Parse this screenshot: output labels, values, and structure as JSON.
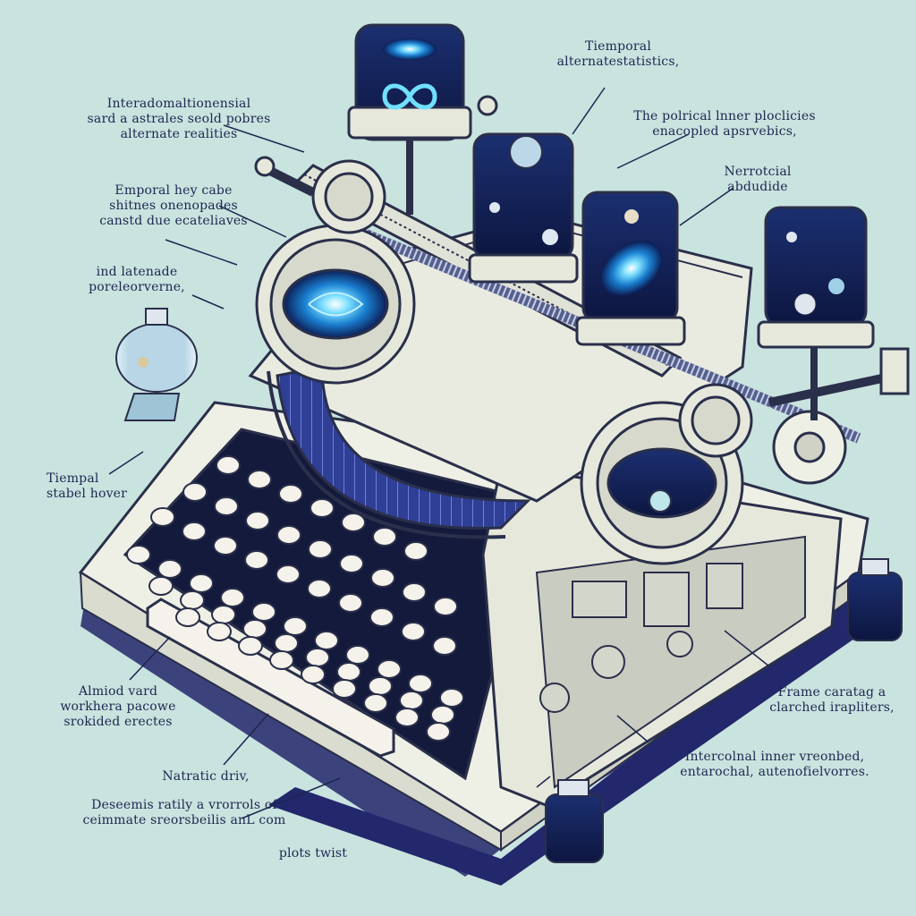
{
  "background": "#c9e3df",
  "colors": {
    "ink": "#1d2750",
    "chassis": "#eef0e6",
    "chassis_outline": "#2a2f4a",
    "base_shadow": "#23276b",
    "keyboard_well": "#141a3c",
    "keycap": "#f4f2ea",
    "jar_space": "#16285e",
    "galaxy": "#2fb6e8"
  },
  "icons": {
    "infinity": "infinity-symbol-icon",
    "galaxy": "spiral-galaxy-icon",
    "planet": "planet-icon",
    "gear": "gear-icon"
  },
  "callouts": [
    {
      "id": "temporal-alternatives",
      "text": "Tiemporal\nalternatestatistics,"
    },
    {
      "id": "interdimensional",
      "text": "Interadomaltionensial\nsard a astrales seold pobres\nalternate realities"
    },
    {
      "id": "polrical-inner",
      "text": "The polrical lnner ploclicies\nenacopled apsrvebics,"
    },
    {
      "id": "nerrotcial",
      "text": "Nerrotcial\nabdudide"
    },
    {
      "id": "emporal-key",
      "text": "Emporal hey cabe\nshitnes onenopades\ncanstd due ecateliaves"
    },
    {
      "id": "ind-latenade",
      "text": "ind latenade\nporeleorverne,"
    },
    {
      "id": "tiempal-stabeliser",
      "text": "Tiempal\nstabel hover"
    },
    {
      "id": "aimiod-ward",
      "text": "Almiod vard\nworkhera pacowe\nsrokided erectes"
    },
    {
      "id": "frame-caratag",
      "text": "Frame caratag a\nclarched irapliters,"
    },
    {
      "id": "natratic-driv",
      "text": "Natratic driv,"
    },
    {
      "id": "intercolnal-inner",
      "text": "Intercolnal inner vreonbed,\nentarochal, autenofielvorres."
    },
    {
      "id": "deseemis-ratily",
      "text": "Deseemis ratily a vrorrols of\nceimmate sreorsbeilis anL com"
    },
    {
      "id": "plots-twist",
      "text": "plots twist"
    }
  ]
}
